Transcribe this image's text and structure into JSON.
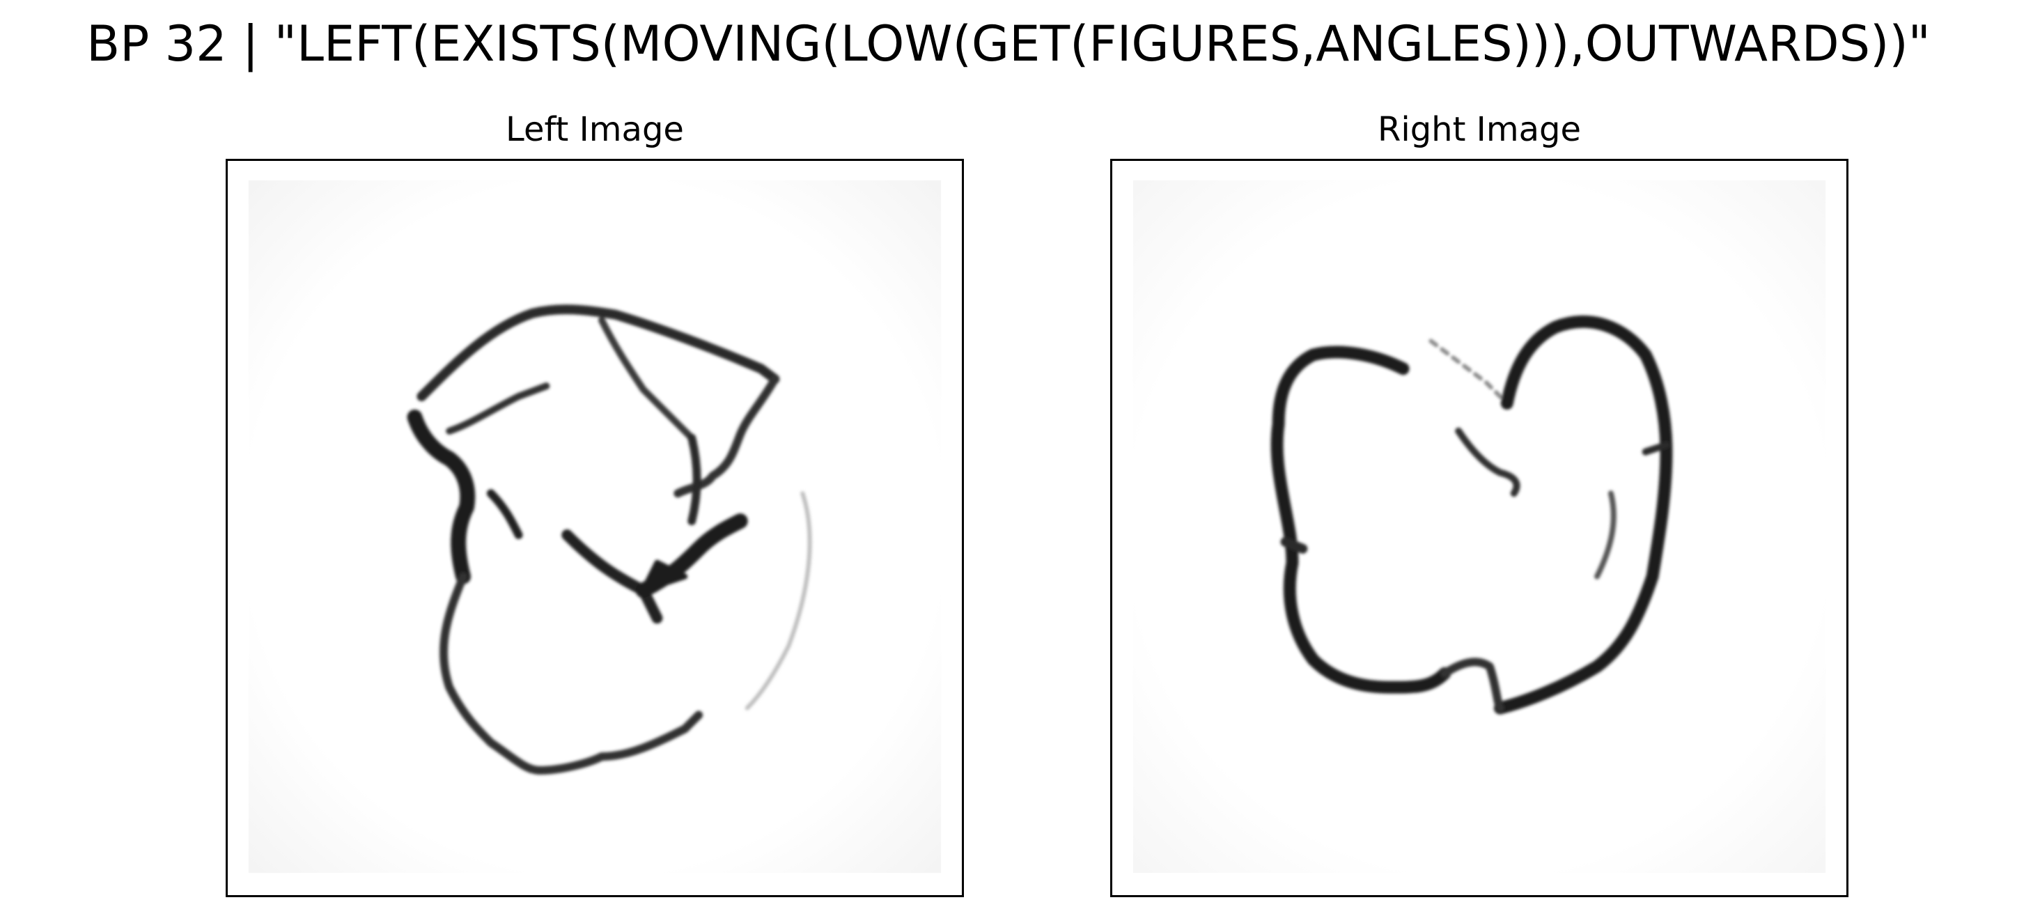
{
  "figure": {
    "title": "BP 32 | \"LEFT(EXISTS(MOVING(LOW(GET(FIGURES,ANGLES))),OUTWARDS))\""
  },
  "panels": [
    {
      "title": "Left Image"
    },
    {
      "title": "Right Image"
    }
  ]
}
